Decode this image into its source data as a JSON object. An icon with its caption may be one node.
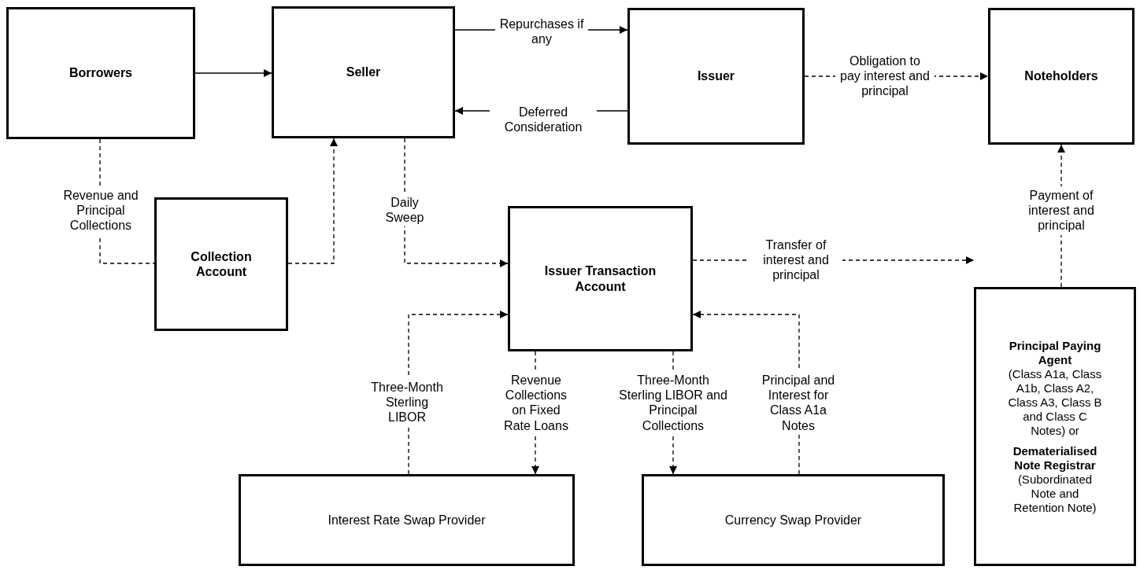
{
  "diagram": {
    "nodes": [
      {
        "text": [
          "Borrowers"
        ]
      },
      {
        "text": [
          "Seller"
        ]
      },
      {
        "text": [
          "Issuer"
        ]
      },
      {
        "text": [
          "Noteholders"
        ]
      },
      {
        "text": [
          "Collection Account"
        ]
      },
      {
        "text": [
          "Issuer Transaction Account"
        ]
      },
      {
        "text": [
          "Interest Rate Swap Provider"
        ]
      },
      {
        "text": [
          "Currency Swap Provider"
        ]
      },
      {
        "text": [
          "Principal Paying Agent",
          "(Class A1a, Class A1b, Class A2, Class A3, Class B and Class C Notes) or",
          "Dematerialised Note Registrar",
          "(Subordinated Note and Retention Note)"
        ]
      }
    ],
    "edges": [
      {
        "from": 0,
        "to": 1,
        "arrow": "to"
      },
      {
        "from": 1,
        "to": 2,
        "arrow": "to",
        "label": "Repurchases if any"
      },
      {
        "from": 2,
        "to": 1,
        "arrow": "to",
        "label": "Deferred Consideration"
      },
      {
        "from": 2,
        "to": 3,
        "arrow": "to",
        "label": "Obligation to pay interest and principal",
        "style": "dashed"
      },
      {
        "from": 0,
        "to": 4,
        "arrow": "none",
        "label": "Revenue and Principal Collections",
        "style": "dashed"
      },
      {
        "from": 4,
        "to": 1,
        "arrow": "to",
        "style": "dashed"
      },
      {
        "from": 1,
        "to": 5,
        "arrow": "to",
        "label": "Daily Sweep",
        "style": "dashed"
      },
      {
        "from": 5,
        "to": 8,
        "arrow": "to",
        "label": "Transfer of interest and principal",
        "style": "dashed"
      },
      {
        "from": 8,
        "to": 3,
        "arrow": "to",
        "label": "Payment of interest and principal",
        "style": "dashed"
      },
      {
        "from": 6,
        "to": 5,
        "arrow": "to",
        "label": "Three-Month Sterling LIBOR",
        "style": "dashed"
      },
      {
        "from": 5,
        "to": 6,
        "arrow": "to",
        "label": "Revenue Collections on Fixed Rate Loans",
        "style": "dashed"
      },
      {
        "from": 5,
        "to": 7,
        "arrow": "to",
        "label": "Three-Month Sterling LIBOR and Principal Collections",
        "style": "dashed"
      },
      {
        "from": 7,
        "to": 5,
        "arrow": "to",
        "label": "Principal and Interest for Class A1a Notes",
        "style": "dashed"
      }
    ]
  }
}
